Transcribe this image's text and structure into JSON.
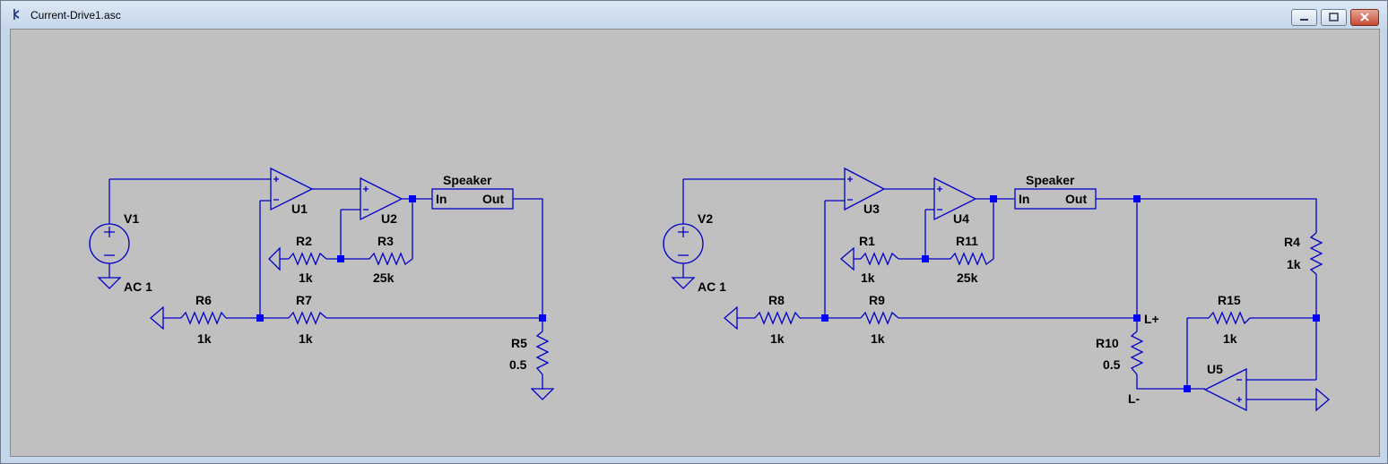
{
  "window": {
    "title": "Current-Drive1.asc"
  },
  "colors": {
    "wire": "#0000c8",
    "junction": "#0000ff",
    "canvas": "#c0c0c0"
  },
  "left": {
    "v_name": "V1",
    "v_value": "AC 1",
    "opamp1": "U1",
    "opamp2": "U2",
    "r2_name": "R2",
    "r2_value": "1k",
    "r3_name": "R3",
    "r3_value": "25k",
    "r6_name": "R6",
    "r6_value": "1k",
    "r7_name": "R7",
    "r7_value": "1k",
    "r5_name": "R5",
    "r5_value": "0.5",
    "speaker": "Speaker",
    "in": "In",
    "out": "Out"
  },
  "right": {
    "v_name": "V2",
    "v_value": "AC 1",
    "opamp1": "U3",
    "opamp2": "U4",
    "opamp3": "U5",
    "r1_name": "R1",
    "r1_value": "1k",
    "r11_name": "R11",
    "r11_value": "25k",
    "r8_name": "R8",
    "r8_value": "1k",
    "r9_name": "R9",
    "r9_value": "1k",
    "r4_name": "R4",
    "r4_value": "1k",
    "r15_name": "R15",
    "r15_value": "1k",
    "r10_name": "R10",
    "r10_value": "0.5",
    "lplus": "L+",
    "lminus": "L-",
    "speaker": "Speaker",
    "in": "In",
    "out": "Out"
  }
}
